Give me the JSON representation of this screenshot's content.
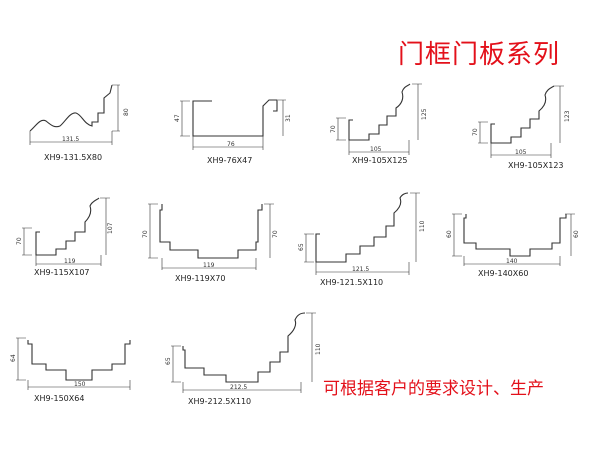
{
  "title": "门框门板系列",
  "footer": "可根据客户的要求设计、生产",
  "profiles": [
    {
      "model": "XH9-131.5X80",
      "dims": [
        "131.5",
        "80"
      ]
    },
    {
      "model": "XH9-76X47",
      "dims": [
        "76",
        "47",
        "31"
      ]
    },
    {
      "model": "XH9-105X125",
      "dims": [
        "105",
        "70",
        "125"
      ]
    },
    {
      "model": "XH9-105X123",
      "dims": [
        "105",
        "70",
        "123"
      ]
    },
    {
      "model": "XH9-115X107",
      "dims": [
        "119",
        "70",
        "107"
      ]
    },
    {
      "model": "XH9-119X70",
      "dims": [
        "119",
        "70",
        "70"
      ]
    },
    {
      "model": "XH9-121.5X110",
      "dims": [
        "121.5",
        "65",
        "110"
      ]
    },
    {
      "model": "XH9-140X60",
      "dims": [
        "140",
        "60",
        "60"
      ]
    },
    {
      "model": "XH9-150X64",
      "dims": [
        "150",
        "64"
      ]
    },
    {
      "model": "XH9-212.5X110",
      "dims": [
        "212.5",
        "65",
        "110"
      ]
    }
  ]
}
